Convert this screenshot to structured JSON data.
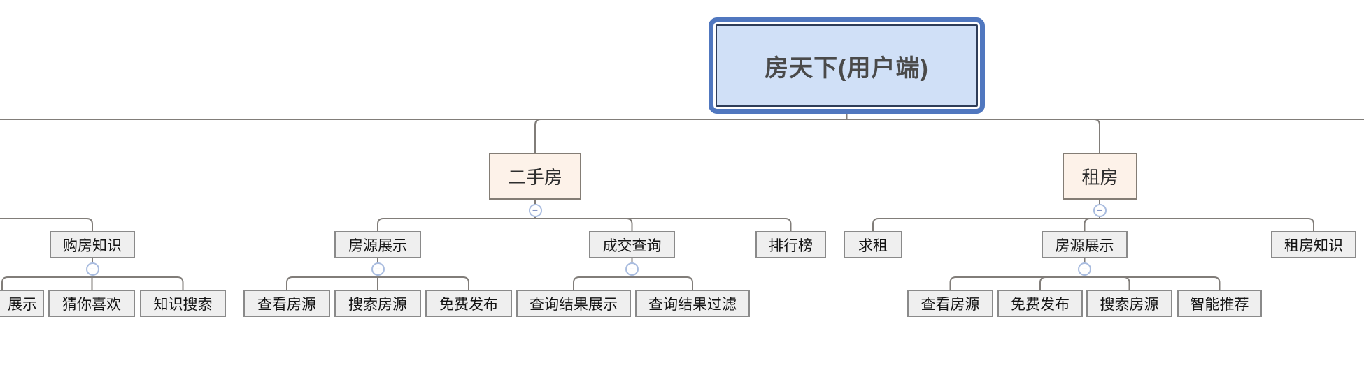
{
  "tree": {
    "root": {
      "label": "房天下(用户端)"
    },
    "offscreen_left": {
      "children": [
        {
          "label": "购房知识",
          "children": [
            {
              "label": "展示"
            },
            {
              "label": "猜你喜欢"
            },
            {
              "label": "知识搜索"
            }
          ]
        }
      ]
    },
    "branches": [
      {
        "label": "二手房",
        "children": [
          {
            "label": "房源展示",
            "children": [
              {
                "label": "查看房源"
              },
              {
                "label": "搜索房源"
              },
              {
                "label": "免费发布"
              }
            ]
          },
          {
            "label": "成交查询",
            "children": [
              {
                "label": "查询结果展示"
              },
              {
                "label": "查询结果过滤"
              }
            ]
          },
          {
            "label": "排行榜",
            "children": []
          }
        ]
      },
      {
        "label": "租房",
        "children": [
          {
            "label": "求租",
            "children": []
          },
          {
            "label": "房源展示",
            "children": [
              {
                "label": "查看房源"
              },
              {
                "label": "免费发布"
              },
              {
                "label": "搜索房源"
              },
              {
                "label": "智能推荐"
              }
            ]
          },
          {
            "label": "租房知识",
            "children": []
          }
        ]
      }
    ]
  },
  "icons": {
    "collapse_glyph": "−"
  },
  "colors": {
    "root_border": "#5077bf",
    "root_inner_border": "#2e3d59",
    "root_fill": "#d0e0f7",
    "branch_fill": "#fdf2e9",
    "branch_border": "#847d75",
    "leaf_fill": "#efefef",
    "leaf_border": "#8a8a8a",
    "connector": "#817d79",
    "collapse_border": "#a9bcdf",
    "collapse_glyph_color": "#8091c4"
  }
}
